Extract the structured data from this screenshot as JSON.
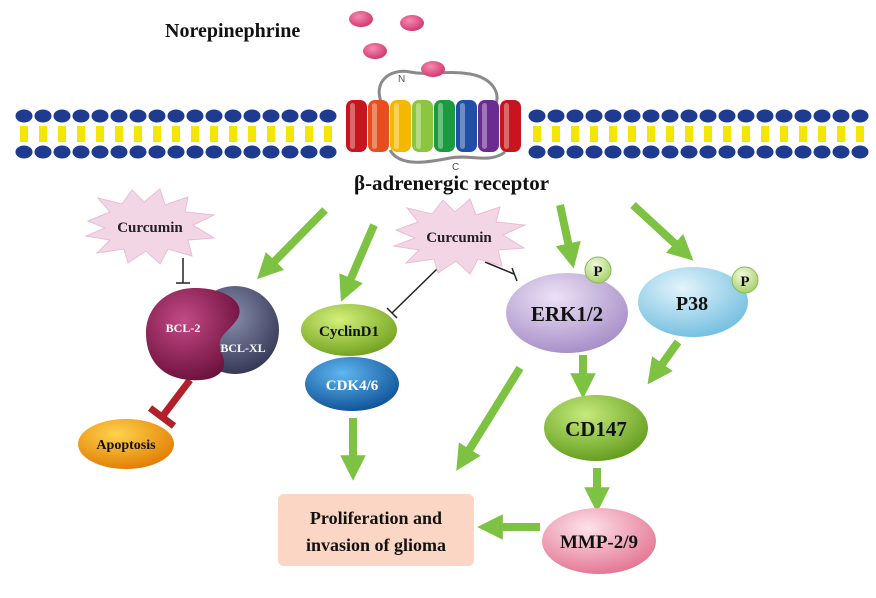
{
  "ligand": {
    "label": "Norepinephrine"
  },
  "receptor": {
    "label": "β-adrenergic receptor",
    "n_terminus": "N",
    "c_terminus": "C",
    "helix_colors": [
      "#c8141e",
      "#e84e1b",
      "#f5b800",
      "#8cc63f",
      "#1a9c3e",
      "#1f4fa6",
      "#6a2c91",
      "#c8141e"
    ]
  },
  "inhibitors": [
    {
      "id": "curcumin-left",
      "label": "Curcumin"
    },
    {
      "id": "curcumin-center",
      "label": "Curcumin"
    }
  ],
  "nodes": {
    "bcl2": "BCL-2",
    "bclxl": "BCL-XL",
    "apoptosis": "Apoptosis",
    "cyclind1": "CyclinD1",
    "cdk46": "CDK4/6",
    "erk": "ERK1/2",
    "p38": "P38",
    "phospho": "P",
    "cd147": "CD147",
    "mmp": "MMP-2/9",
    "outcome_line1": "Proliferation and",
    "outcome_line2": "invasion of glioma"
  },
  "colors": {
    "activation_arrow": "#7dc242",
    "inhibition_arrow": "#b3202a",
    "membrane_head": "#1f3b8f",
    "membrane_tail": "#f3e600",
    "ligand": "#e0467c",
    "curcumin_burst": "#f3d6e6",
    "bcl2": "#8a1d50",
    "bclxl": "#4a4f73",
    "apoptosis": "#f5a10e",
    "cyclind1": "#9acc34",
    "cdk46": "#1c74c4",
    "erk": "#c8b2e0",
    "p38": "#a6d8ee",
    "phospho": "#c9e59a",
    "cd147": "#8cc63f",
    "mmp": "#f28aa6",
    "outcome_box": "#fbd6c4"
  }
}
